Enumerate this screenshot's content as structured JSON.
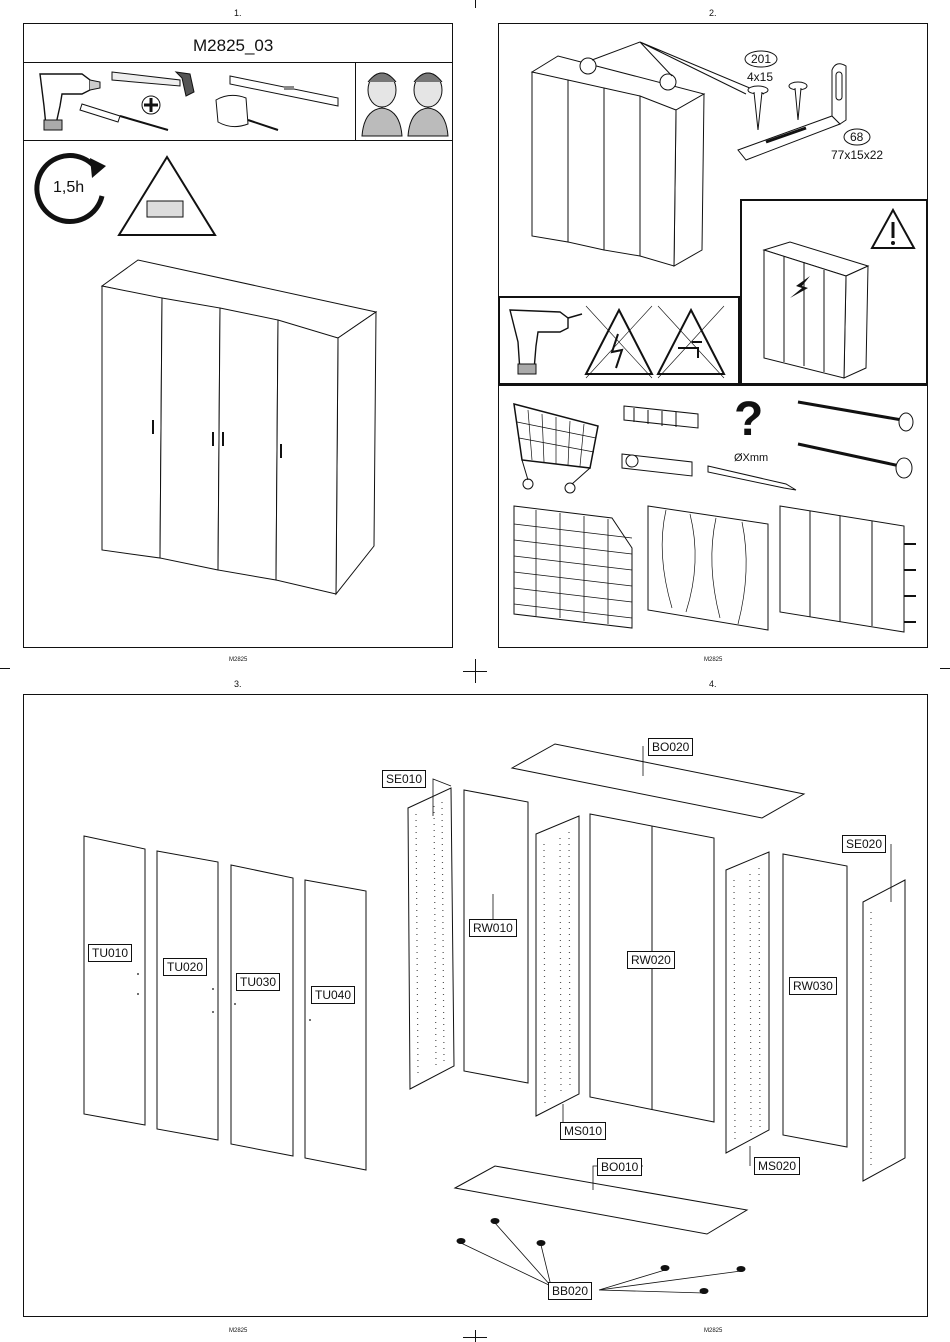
{
  "pages": {
    "p1": {
      "number": "1.",
      "code": "M2825",
      "title": "M2825_03",
      "time": "1,5h"
    },
    "p2": {
      "number": "2.",
      "code": "M2825",
      "part_201": {
        "id": "201",
        "size": "4x15"
      },
      "part_68": {
        "id": "68",
        "size": "77x15x22"
      },
      "drill_diameter": "ØXmm",
      "question_mark": "?"
    },
    "p3": {
      "number": "3.",
      "code": "M2825"
    },
    "p4": {
      "number": "4.",
      "code": "M2825"
    }
  },
  "parts": [
    {
      "id": "TU010"
    },
    {
      "id": "TU020"
    },
    {
      "id": "TU030"
    },
    {
      "id": "TU040"
    },
    {
      "id": "SE010"
    },
    {
      "id": "RW010"
    },
    {
      "id": "MS010"
    },
    {
      "id": "BO020"
    },
    {
      "id": "RW020"
    },
    {
      "id": "BO010"
    },
    {
      "id": "MS020"
    },
    {
      "id": "RW030"
    },
    {
      "id": "SE020"
    },
    {
      "id": "BB020"
    }
  ]
}
